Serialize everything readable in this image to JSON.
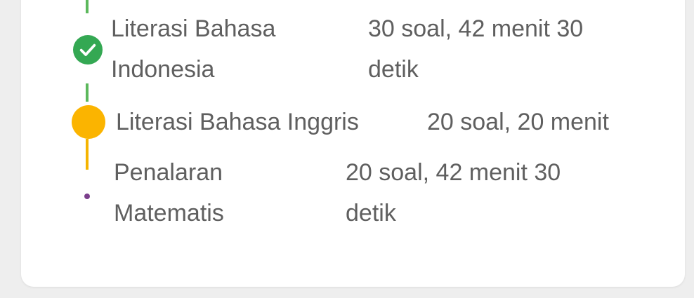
{
  "steps": [
    {
      "title": "Literasi Bahasa Indonesia",
      "detail": "30 soal, 42 menit 30 detik",
      "status": "completed"
    },
    {
      "title": "Literasi Bahasa Inggris",
      "detail": "20 soal, 20 menit",
      "status": "current"
    },
    {
      "title": "Penalaran Matematis",
      "detail": "20 soal, 42 menit 30 detik",
      "status": "pending"
    }
  ],
  "colors": {
    "completed": "#34a853",
    "current": "#fbb400",
    "pending": "#7b3f8c",
    "text": "#5f5f5f"
  }
}
